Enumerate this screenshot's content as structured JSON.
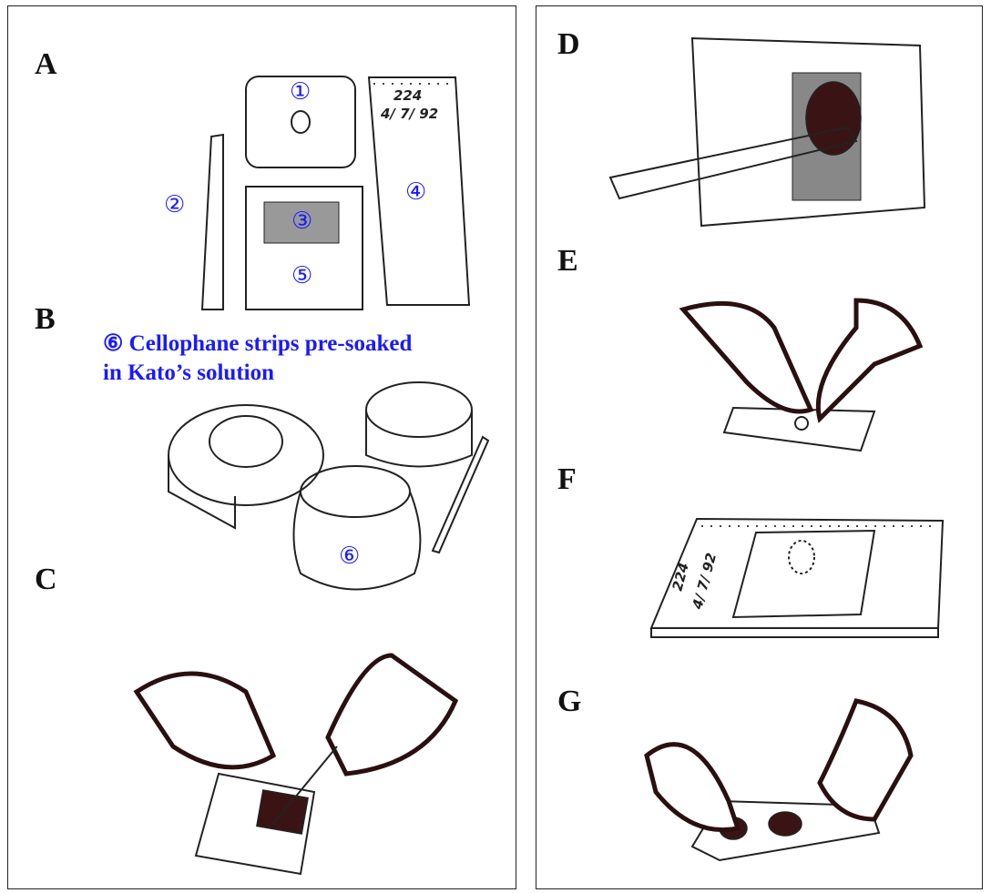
{
  "panels": {
    "A": {
      "label": "A",
      "markers": [
        "①",
        "②",
        "③",
        "④",
        "⑤"
      ],
      "slide_text": [
        "224",
        "4/ 7/ 92"
      ]
    },
    "B": {
      "label": "B",
      "caption_line1": "⑥ Cellophane strips pre-soaked",
      "caption_line2": "in Kato’s solution",
      "marker": "⑥"
    },
    "C": {
      "label": "C"
    },
    "D": {
      "label": "D"
    },
    "E": {
      "label": "E"
    },
    "F": {
      "label": "F",
      "slide_text": [
        "224",
        "4/ 7/ 92"
      ]
    },
    "G": {
      "label": "G"
    }
  },
  "colors": {
    "marker_blue": "#1a1aff",
    "ink": "#222222",
    "stool": "#3a1414"
  }
}
